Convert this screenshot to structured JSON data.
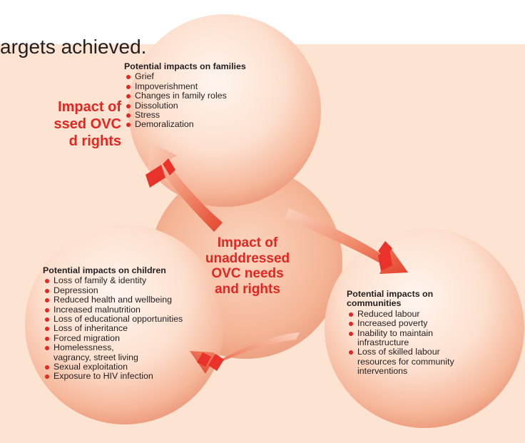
{
  "header": {
    "partial_text": "argets achieved."
  },
  "side_heading": "Impact of\nssed OVC\nd rights",
  "center_label": "Impact of\nunaddressed\nOVC needs\nand rights",
  "families": {
    "title": "Potential impacts on families",
    "items": [
      "Grief",
      "Impoverishment",
      "Changes in family roles",
      "Dissolution",
      "Stress",
      "Demoralization"
    ]
  },
  "children": {
    "title": "Potential impacts on children",
    "items": [
      "Loss of family & identity",
      "Depression",
      "Reduced health and wellbeing",
      "Increased malnutrition",
      "Loss of educational opportunities",
      "Loss of inheritance",
      "Forced migration",
      "Homelessness,\nvagrancy, street living",
      "Sexual exploitation",
      "Exposure to HIV infection"
    ]
  },
  "communities": {
    "title": "Potential impacts on\ncommunities",
    "items": [
      "Reduced labour",
      "Increased poverty",
      "Inability to maintain\ninfrastructure",
      "Loss of skilled labour\nresources for community\ninterventions"
    ]
  },
  "colors": {
    "panel": "#fde3d2",
    "accent_red": "#e3261f",
    "circle_light": "#fff1e8",
    "circle_dark": "#f4a98a",
    "arrow_light": "#fbd0bb",
    "arrow_dark": "#e8543a"
  }
}
